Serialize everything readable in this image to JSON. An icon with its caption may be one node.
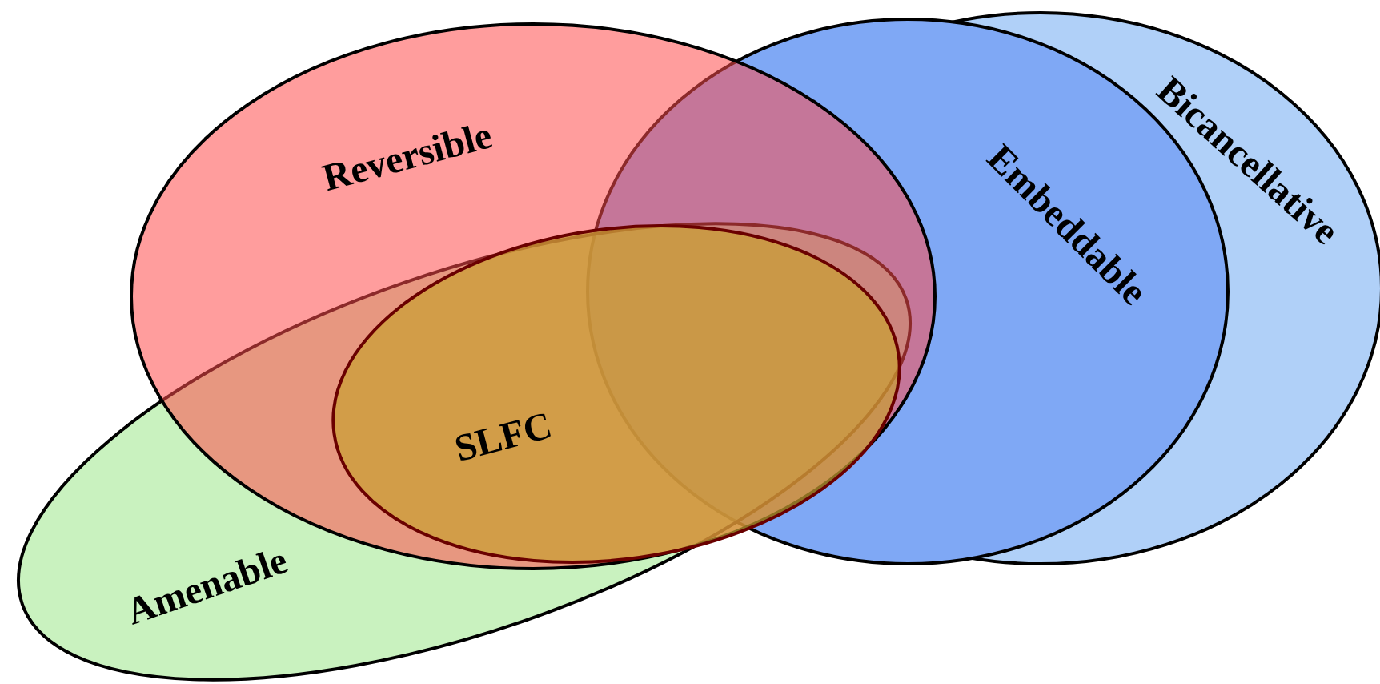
{
  "diagram": {
    "nodes": [
      {
        "text": [
          "Reversible"
        ]
      },
      {
        "text": [
          "Bicancellative"
        ]
      },
      {
        "text": [
          "Embeddable"
        ]
      },
      {
        "text": [
          "SLFC"
        ]
      },
      {
        "text": [
          "Amenable"
        ]
      }
    ]
  }
}
